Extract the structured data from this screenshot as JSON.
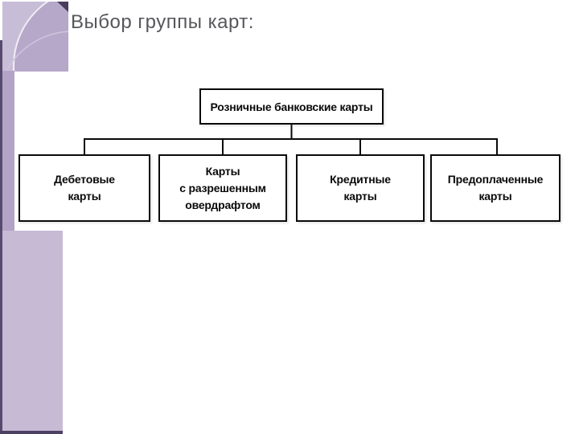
{
  "slide": {
    "title": "Выбор группы карт:"
  },
  "diagram": {
    "root": {
      "label": "Розничные банковские карты"
    },
    "children": [
      {
        "id": "debit",
        "lines": [
          "Дебетовые",
          "карты"
        ]
      },
      {
        "id": "overdraft",
        "lines": [
          "Карты",
          "с разрешенным",
          "овердрафтом"
        ]
      },
      {
        "id": "credit",
        "lines": [
          "Кредитные",
          "карты"
        ]
      },
      {
        "id": "prepaid",
        "lines": [
          "Предоплаченные",
          "карты"
        ]
      }
    ]
  },
  "colors": {
    "accent_square": "#c8bdd6",
    "accent_circle": "#b6a8c9",
    "accent_strip": "#b3a4c7",
    "accent_block": "#c6bad5",
    "accent_dark_edge": "#584a6e",
    "accent_dark_corner": "#493c5c",
    "title_text": "#56575b",
    "box_border": "#0a0a0a",
    "box_fill": "#ffffff",
    "connector": "#0a0a0a"
  }
}
